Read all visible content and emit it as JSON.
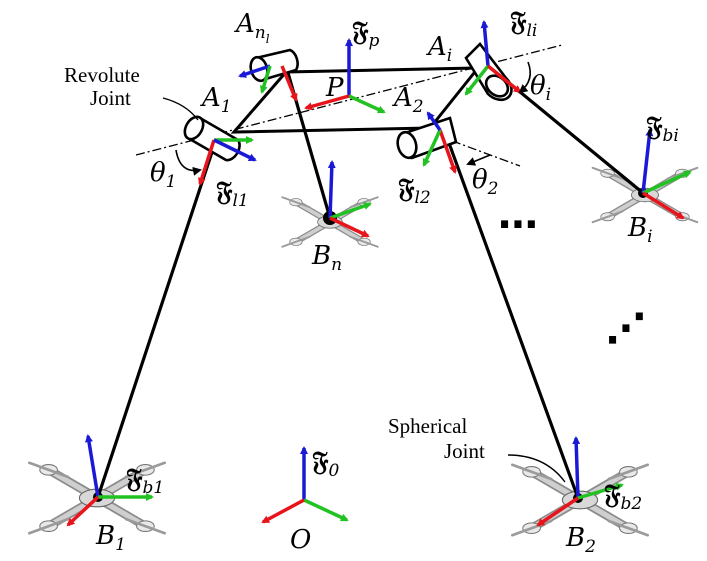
{
  "points": {
    "A1": {
      "base": "A",
      "sub": "1"
    },
    "A2": {
      "base": "A",
      "sub": "2"
    },
    "Ai": {
      "base": "A",
      "sub": "i"
    },
    "Anl": {
      "base": "A",
      "sub": "n",
      "subsub": "l"
    },
    "P": {
      "base": "P"
    },
    "B1": {
      "base": "B",
      "sub": "1"
    },
    "B2": {
      "base": "B",
      "sub": "2"
    },
    "Bi": {
      "base": "B",
      "sub": "i"
    },
    "Bn": {
      "base": "B",
      "sub": "n"
    },
    "O": {
      "base": "O"
    }
  },
  "frames": {
    "Fp": {
      "base": "𝔉",
      "sub": "p"
    },
    "F0": {
      "base": "𝔉",
      "sub": "0"
    },
    "Fl1": {
      "base": "𝔉",
      "sub": "l1"
    },
    "Fl2": {
      "base": "𝔉",
      "sub": "l2"
    },
    "Fli": {
      "base": "𝔉",
      "sub": "li"
    },
    "Fb1": {
      "base": "𝔉",
      "sub": "b1"
    },
    "Fb2": {
      "base": "𝔉",
      "sub": "b2"
    },
    "Fbi": {
      "base": "𝔉",
      "sub": "bi"
    }
  },
  "angles": {
    "theta1": {
      "base": "θ",
      "sub": "1"
    },
    "theta2": {
      "base": "θ",
      "sub": "2"
    },
    "thetai": {
      "base": "θ",
      "sub": "i"
    }
  },
  "annotations": {
    "revolute_line1": "Revolute",
    "revolute_line2": "Joint",
    "spherical_line1": "Spherical",
    "spherical_line2": "Joint",
    "ellipsis_horizontal": "⋯",
    "ellipsis_diagonal": "⋰"
  },
  "colors": {
    "axis_x": "#e8141b",
    "axis_y": "#23c223",
    "axis_z": "#1a1ad6",
    "cable": "#000000",
    "drone_body": "#8c8c8c"
  }
}
